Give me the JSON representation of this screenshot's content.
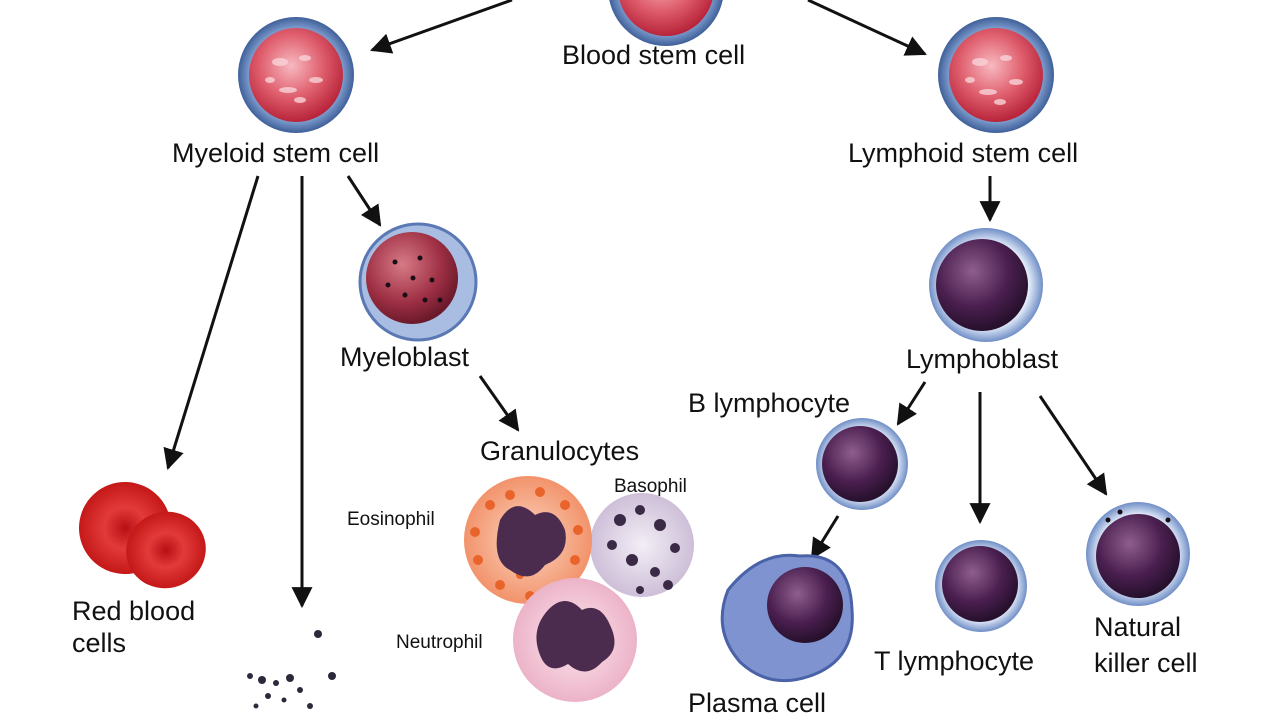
{
  "labels": {
    "blood_stem_cell": "Blood stem cell",
    "myeloid_stem_cell": "Myeloid stem cell",
    "lymphoid_stem_cell": "Lymphoid stem cell",
    "myeloblast": "Myeloblast",
    "lymphoblast": "Lymphoblast",
    "granulocytes": "Granulocytes",
    "eosinophil": "Eosinophil",
    "basophil": "Basophil",
    "neutrophil": "Neutrophil",
    "b_lymphocyte": "B lymphocyte",
    "red_blood_cells_line1": "Red blood",
    "red_blood_cells_line2": "cells",
    "plasma_cell": "Plasma cell",
    "t_lymphocyte": "T lymphocyte",
    "natural_killer_line1": "Natural",
    "natural_killer_line2": "killer cell"
  },
  "colors": {
    "arrow": "#111111",
    "stem_cytoplasm": "#d9485a",
    "stem_membrane": "#6a8fc4",
    "lymph_nucleus": "#4a1f4f",
    "red_blood_cell": "#d81e1e",
    "eosinophil_granules": "#e8642a",
    "basophil_granules": "#3a2a46",
    "neutrophil_cytoplasm": "#f3c9d8"
  }
}
